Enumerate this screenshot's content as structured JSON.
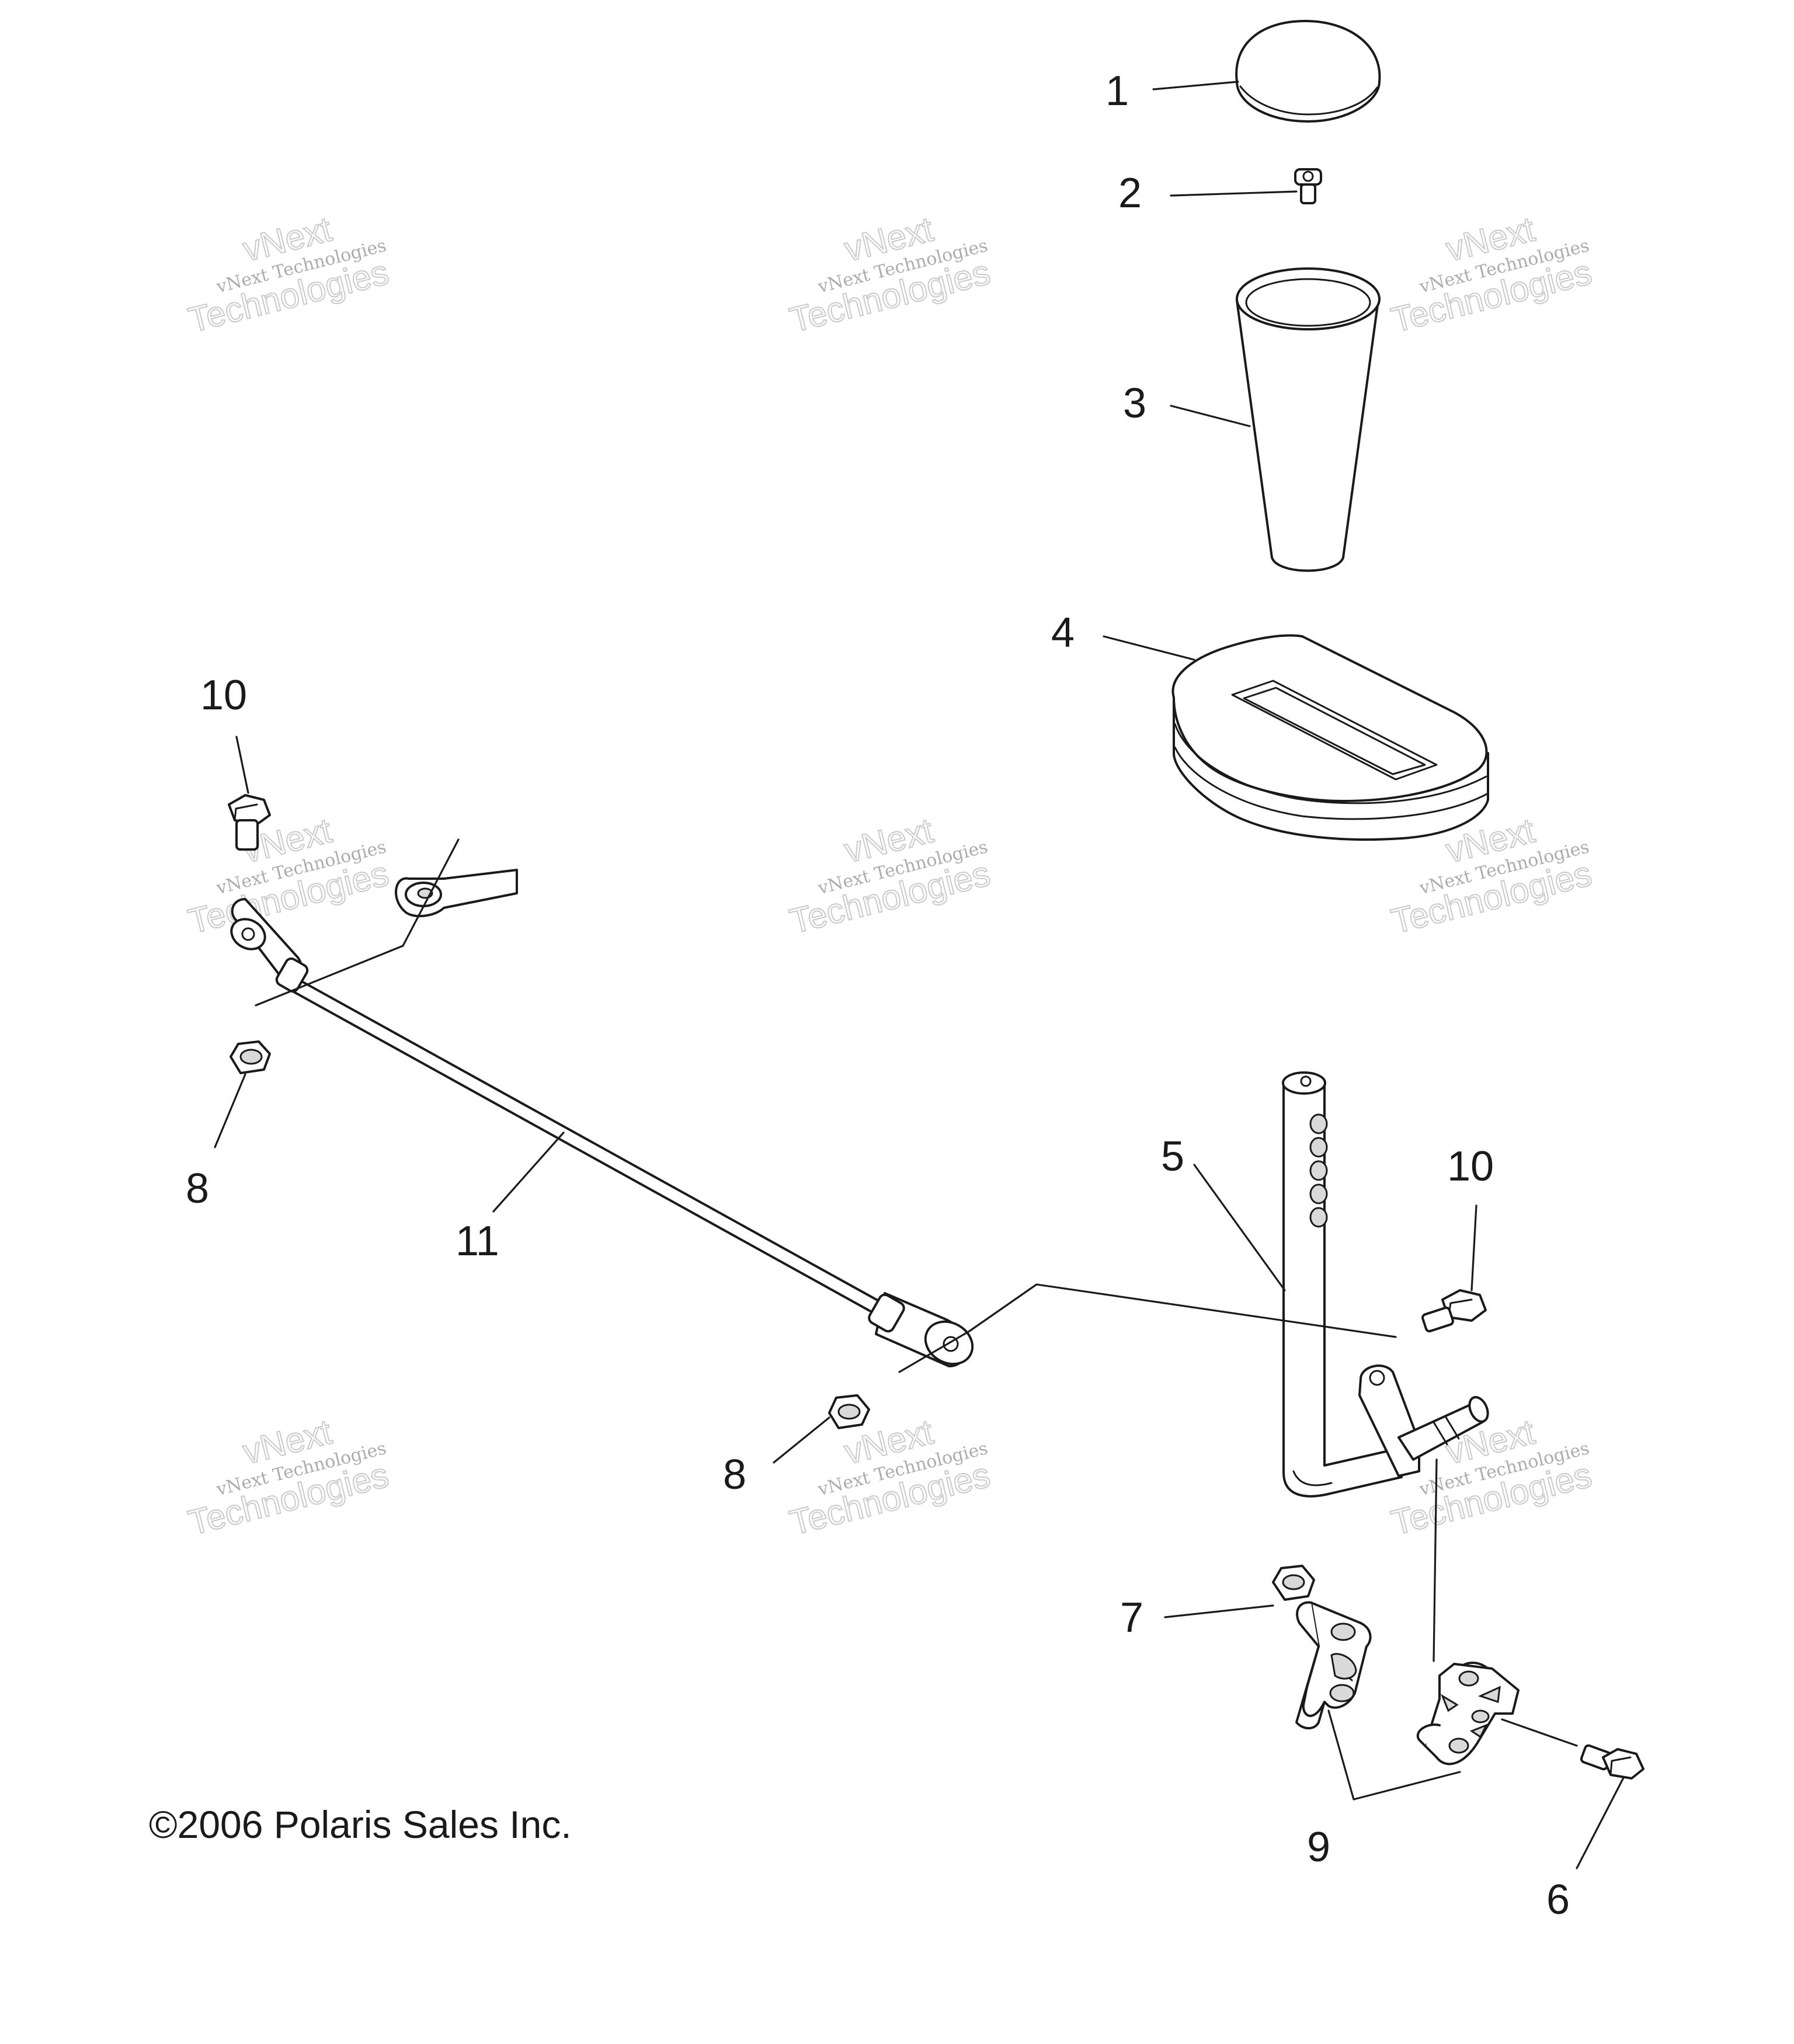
{
  "callouts": [
    {
      "id": "1",
      "text": "1"
    },
    {
      "id": "2",
      "text": "2"
    },
    {
      "id": "3",
      "text": "3"
    },
    {
      "id": "4",
      "text": "4"
    },
    {
      "id": "5",
      "text": "5"
    },
    {
      "id": "6",
      "text": "6"
    },
    {
      "id": "7",
      "text": "7"
    },
    {
      "id": "8a",
      "text": "8"
    },
    {
      "id": "8b",
      "text": "8"
    },
    {
      "id": "9",
      "text": "9"
    },
    {
      "id": "10a",
      "text": "10"
    },
    {
      "id": "10b",
      "text": "10"
    },
    {
      "id": "11",
      "text": "11"
    }
  ],
  "watermark": {
    "top_line": "vNext",
    "mid_line": "vNext Technologies",
    "big_line": "Technologies"
  },
  "copyright": "©2006 Polaris Sales Inc."
}
